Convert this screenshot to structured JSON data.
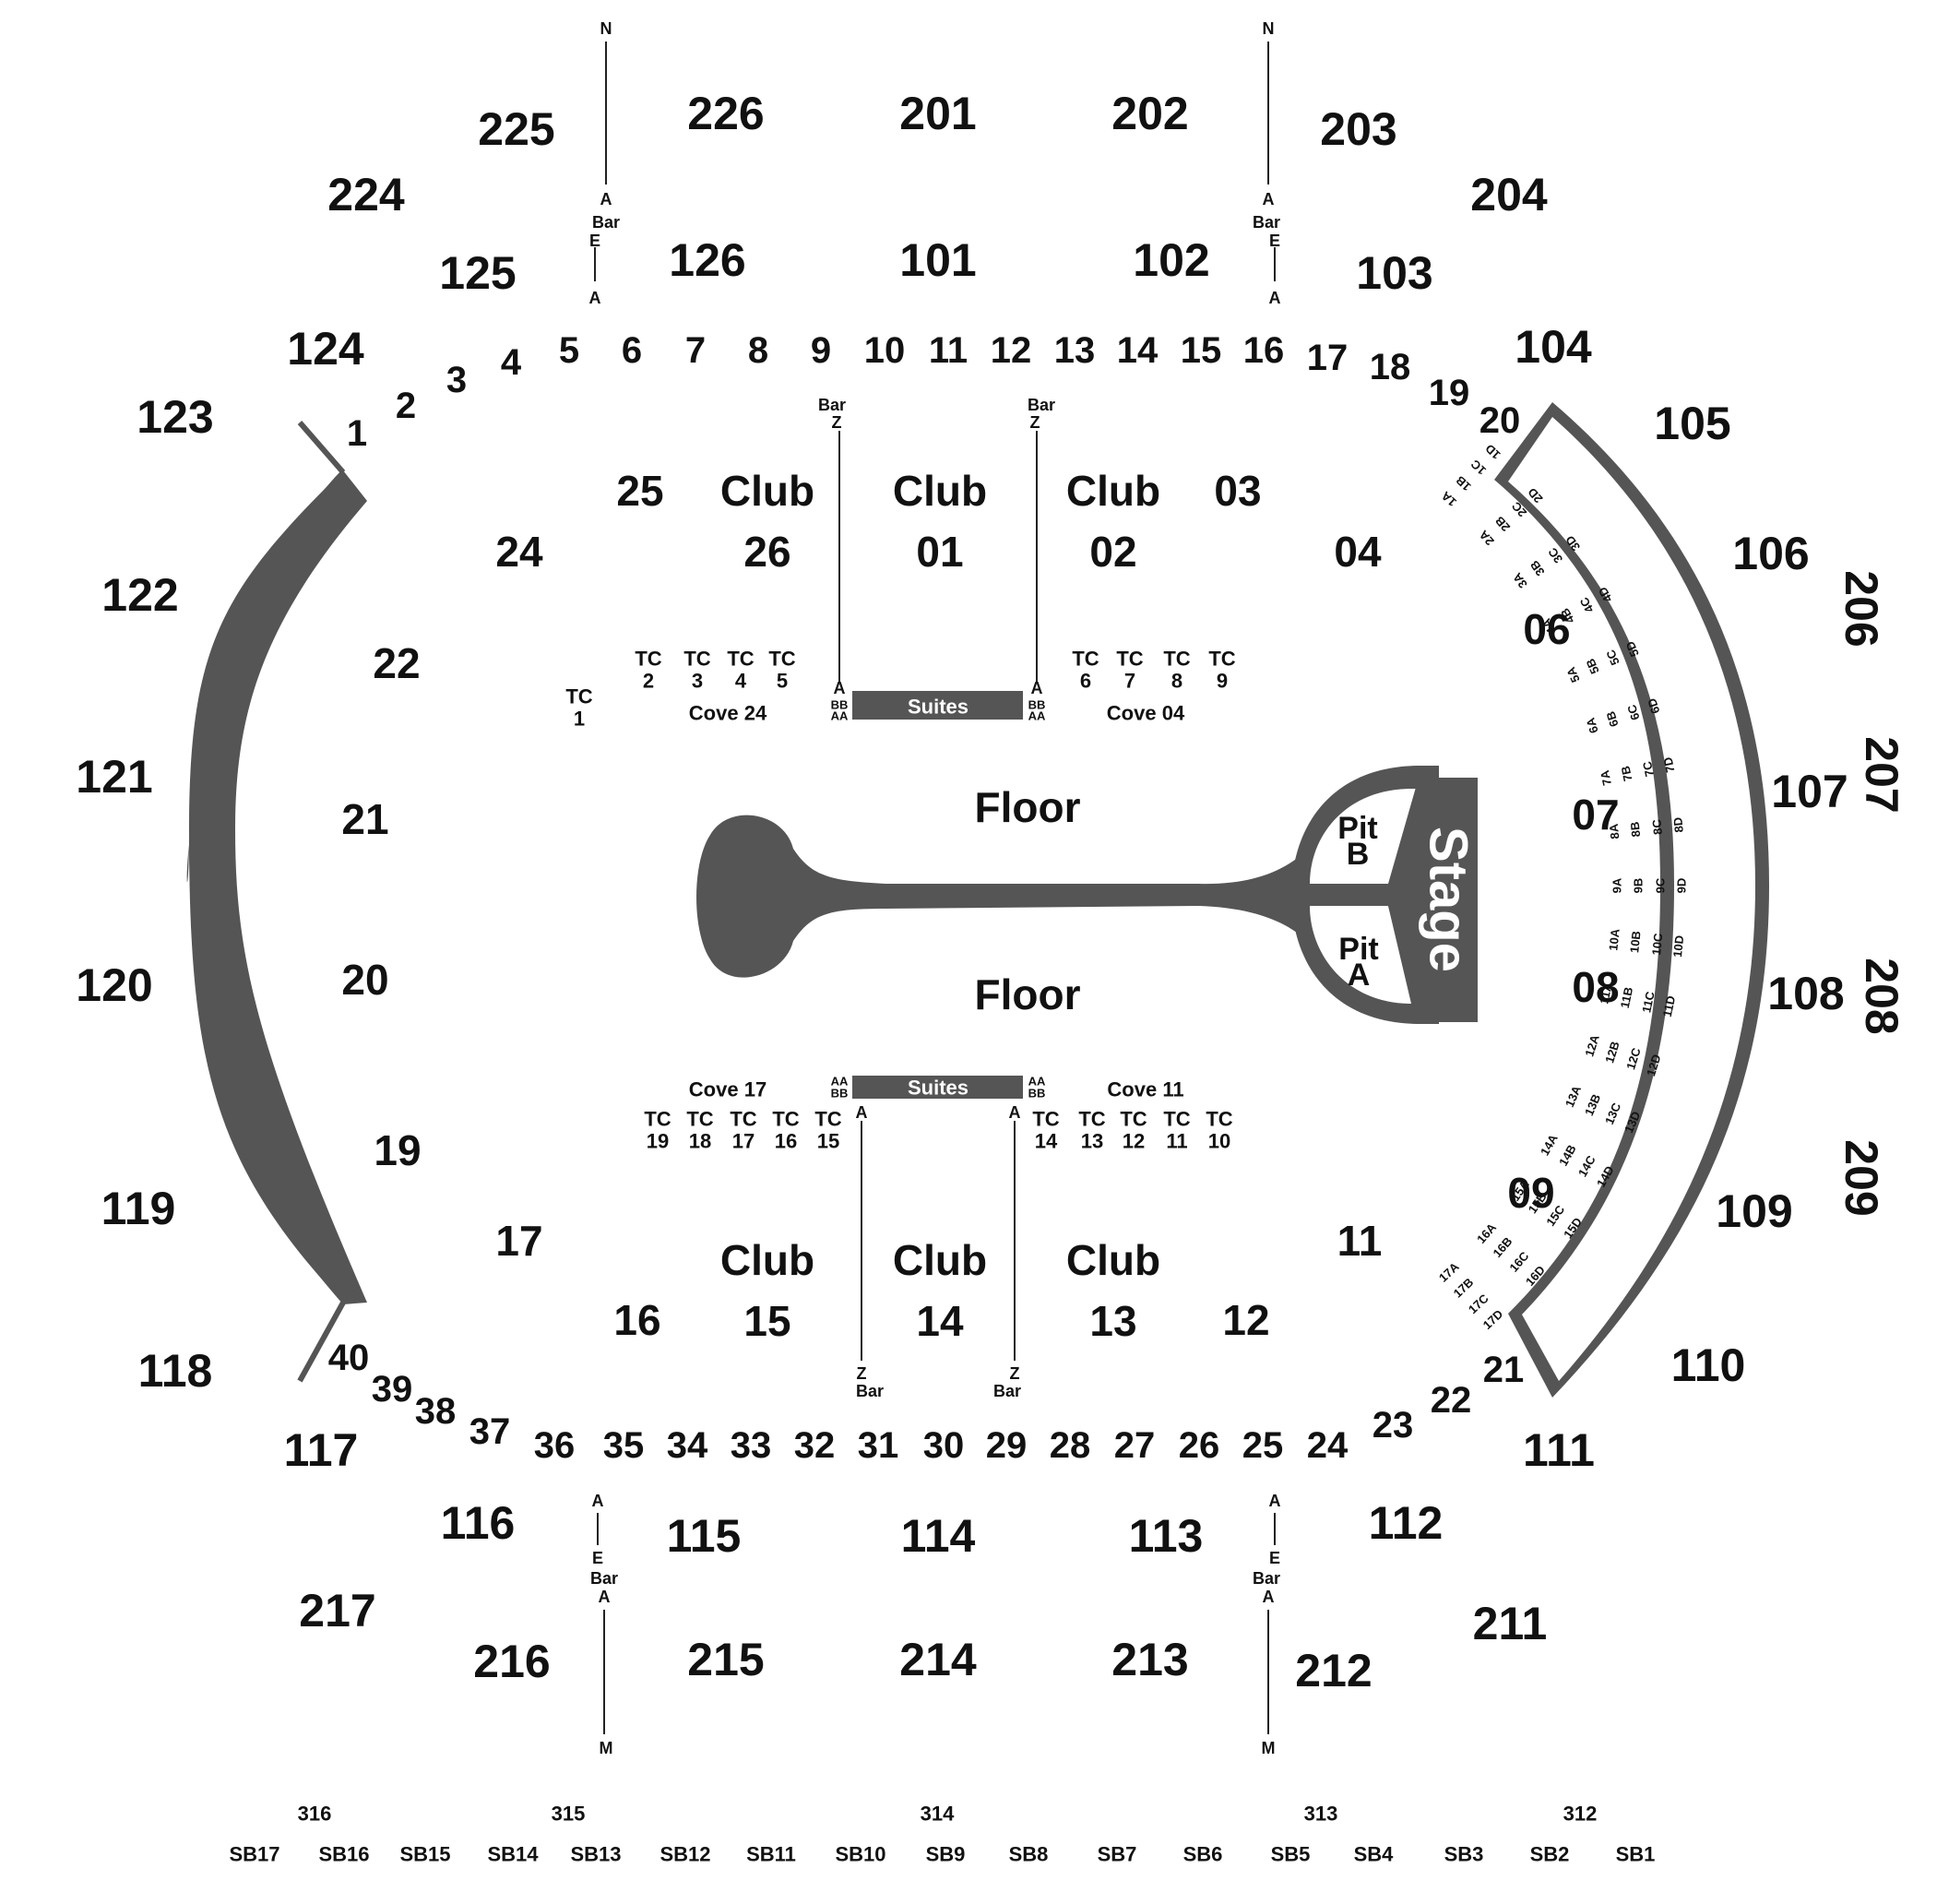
{
  "colors": {
    "shape": "#555555",
    "text": "#111111",
    "background": "#ffffff"
  },
  "compass": {
    "north": "N",
    "south": "M"
  },
  "sections_200_top": [
    "225",
    "226",
    "201",
    "202",
    "203",
    "224",
    "204"
  ],
  "sections_200_bottom": [
    "217",
    "216",
    "215",
    "214",
    "213",
    "212",
    "211"
  ],
  "sections_200_right": [
    "206",
    "207",
    "208",
    "209"
  ],
  "sections_100": [
    "125",
    "126",
    "101",
    "102",
    "103",
    "124",
    "104",
    "123",
    "105",
    "122",
    "106",
    "121",
    "107",
    "120",
    "108",
    "119",
    "109",
    "118",
    "110",
    "117",
    "111",
    "116",
    "115",
    "114",
    "113",
    "112"
  ],
  "loge_top": [
    "1",
    "2",
    "3",
    "4",
    "5",
    "6",
    "7",
    "8",
    "9",
    "10",
    "11",
    "12",
    "13",
    "14",
    "15",
    "16",
    "17",
    "18",
    "19",
    "20"
  ],
  "loge_bottom": [
    "40",
    "39",
    "38",
    "37",
    "36",
    "35",
    "34",
    "33",
    "32",
    "31",
    "30",
    "29",
    "28",
    "27",
    "26",
    "25",
    "24",
    "23",
    "22",
    "21"
  ],
  "inner_sections": [
    "25",
    "03",
    "24",
    "04",
    "22",
    "06",
    "21",
    "07",
    "20",
    "08",
    "19",
    "09",
    "17",
    "11",
    "16",
    "12"
  ],
  "clubs": {
    "top": [
      {
        "word": "Club",
        "num": "26"
      },
      {
        "word": "Club",
        "num": "01"
      },
      {
        "word": "Club",
        "num": "02"
      }
    ],
    "bottom": [
      {
        "word": "Club",
        "num": "15"
      },
      {
        "word": "Club",
        "num": "14"
      },
      {
        "word": "Club",
        "num": "13"
      }
    ]
  },
  "tc": {
    "prefix": "TC",
    "top": [
      "1",
      "2",
      "3",
      "4",
      "5",
      "6",
      "7",
      "8",
      "9"
    ],
    "bottom": [
      "19",
      "18",
      "17",
      "16",
      "15",
      "14",
      "13",
      "12",
      "11",
      "10"
    ]
  },
  "coves": {
    "top_left": "Cove 24",
    "top_right": "Cove 04",
    "bottom_left": "Cove 17",
    "bottom_right": "Cove 11"
  },
  "suites": {
    "top": "Suites",
    "bottom": "Suites"
  },
  "floor": {
    "top": "Floor",
    "bottom": "Floor"
  },
  "pits": {
    "b_word": "Pit",
    "b_letter": "B",
    "a_word": "Pit",
    "a_letter": "A"
  },
  "stage": "Stage",
  "aisle_markers": {
    "a": "A",
    "bar": "Bar",
    "e": "E",
    "z": "Z",
    "bb": "BB",
    "aa": "AA"
  },
  "sb_rows": {
    "upper": [
      "316",
      "315",
      "314",
      "313",
      "312"
    ],
    "lower": [
      "SB17",
      "SB16",
      "SB15",
      "SB14",
      "SB13",
      "SB12",
      "SB11",
      "SB10",
      "SB9",
      "SB8",
      "SB7",
      "SB6",
      "SB5",
      "SB4",
      "SB3",
      "SB2",
      "SB1"
    ]
  },
  "riser_rows": [
    [
      "1A",
      "1B",
      "1C",
      "1D"
    ],
    [
      "2A",
      "2B",
      "2C",
      "2D"
    ],
    [
      "3A",
      "3B",
      "3C",
      "3D"
    ],
    [
      "4A",
      "4B",
      "4C",
      "4D"
    ],
    [
      "5A",
      "5B",
      "5C",
      "5D"
    ],
    [
      "6A",
      "6B",
      "6C",
      "6D"
    ],
    [
      "7A",
      "7B",
      "7C",
      "7D"
    ],
    [
      "8A",
      "8B",
      "8C",
      "8D"
    ],
    [
      "9A",
      "9B",
      "9C",
      "9D"
    ],
    [
      "10A",
      "10B",
      "10C",
      "10D"
    ],
    [
      "11A",
      "11B",
      "11C",
      "11D"
    ],
    [
      "12A",
      "12B",
      "12C",
      "12D"
    ],
    [
      "13A",
      "13B",
      "13C",
      "13D"
    ],
    [
      "14A",
      "14B",
      "14C",
      "14D"
    ],
    [
      "15A",
      "15B",
      "15C",
      "15D"
    ],
    [
      "16A",
      "16B",
      "16C",
      "16D"
    ],
    [
      "17A",
      "17B",
      "17C",
      "17D"
    ]
  ]
}
